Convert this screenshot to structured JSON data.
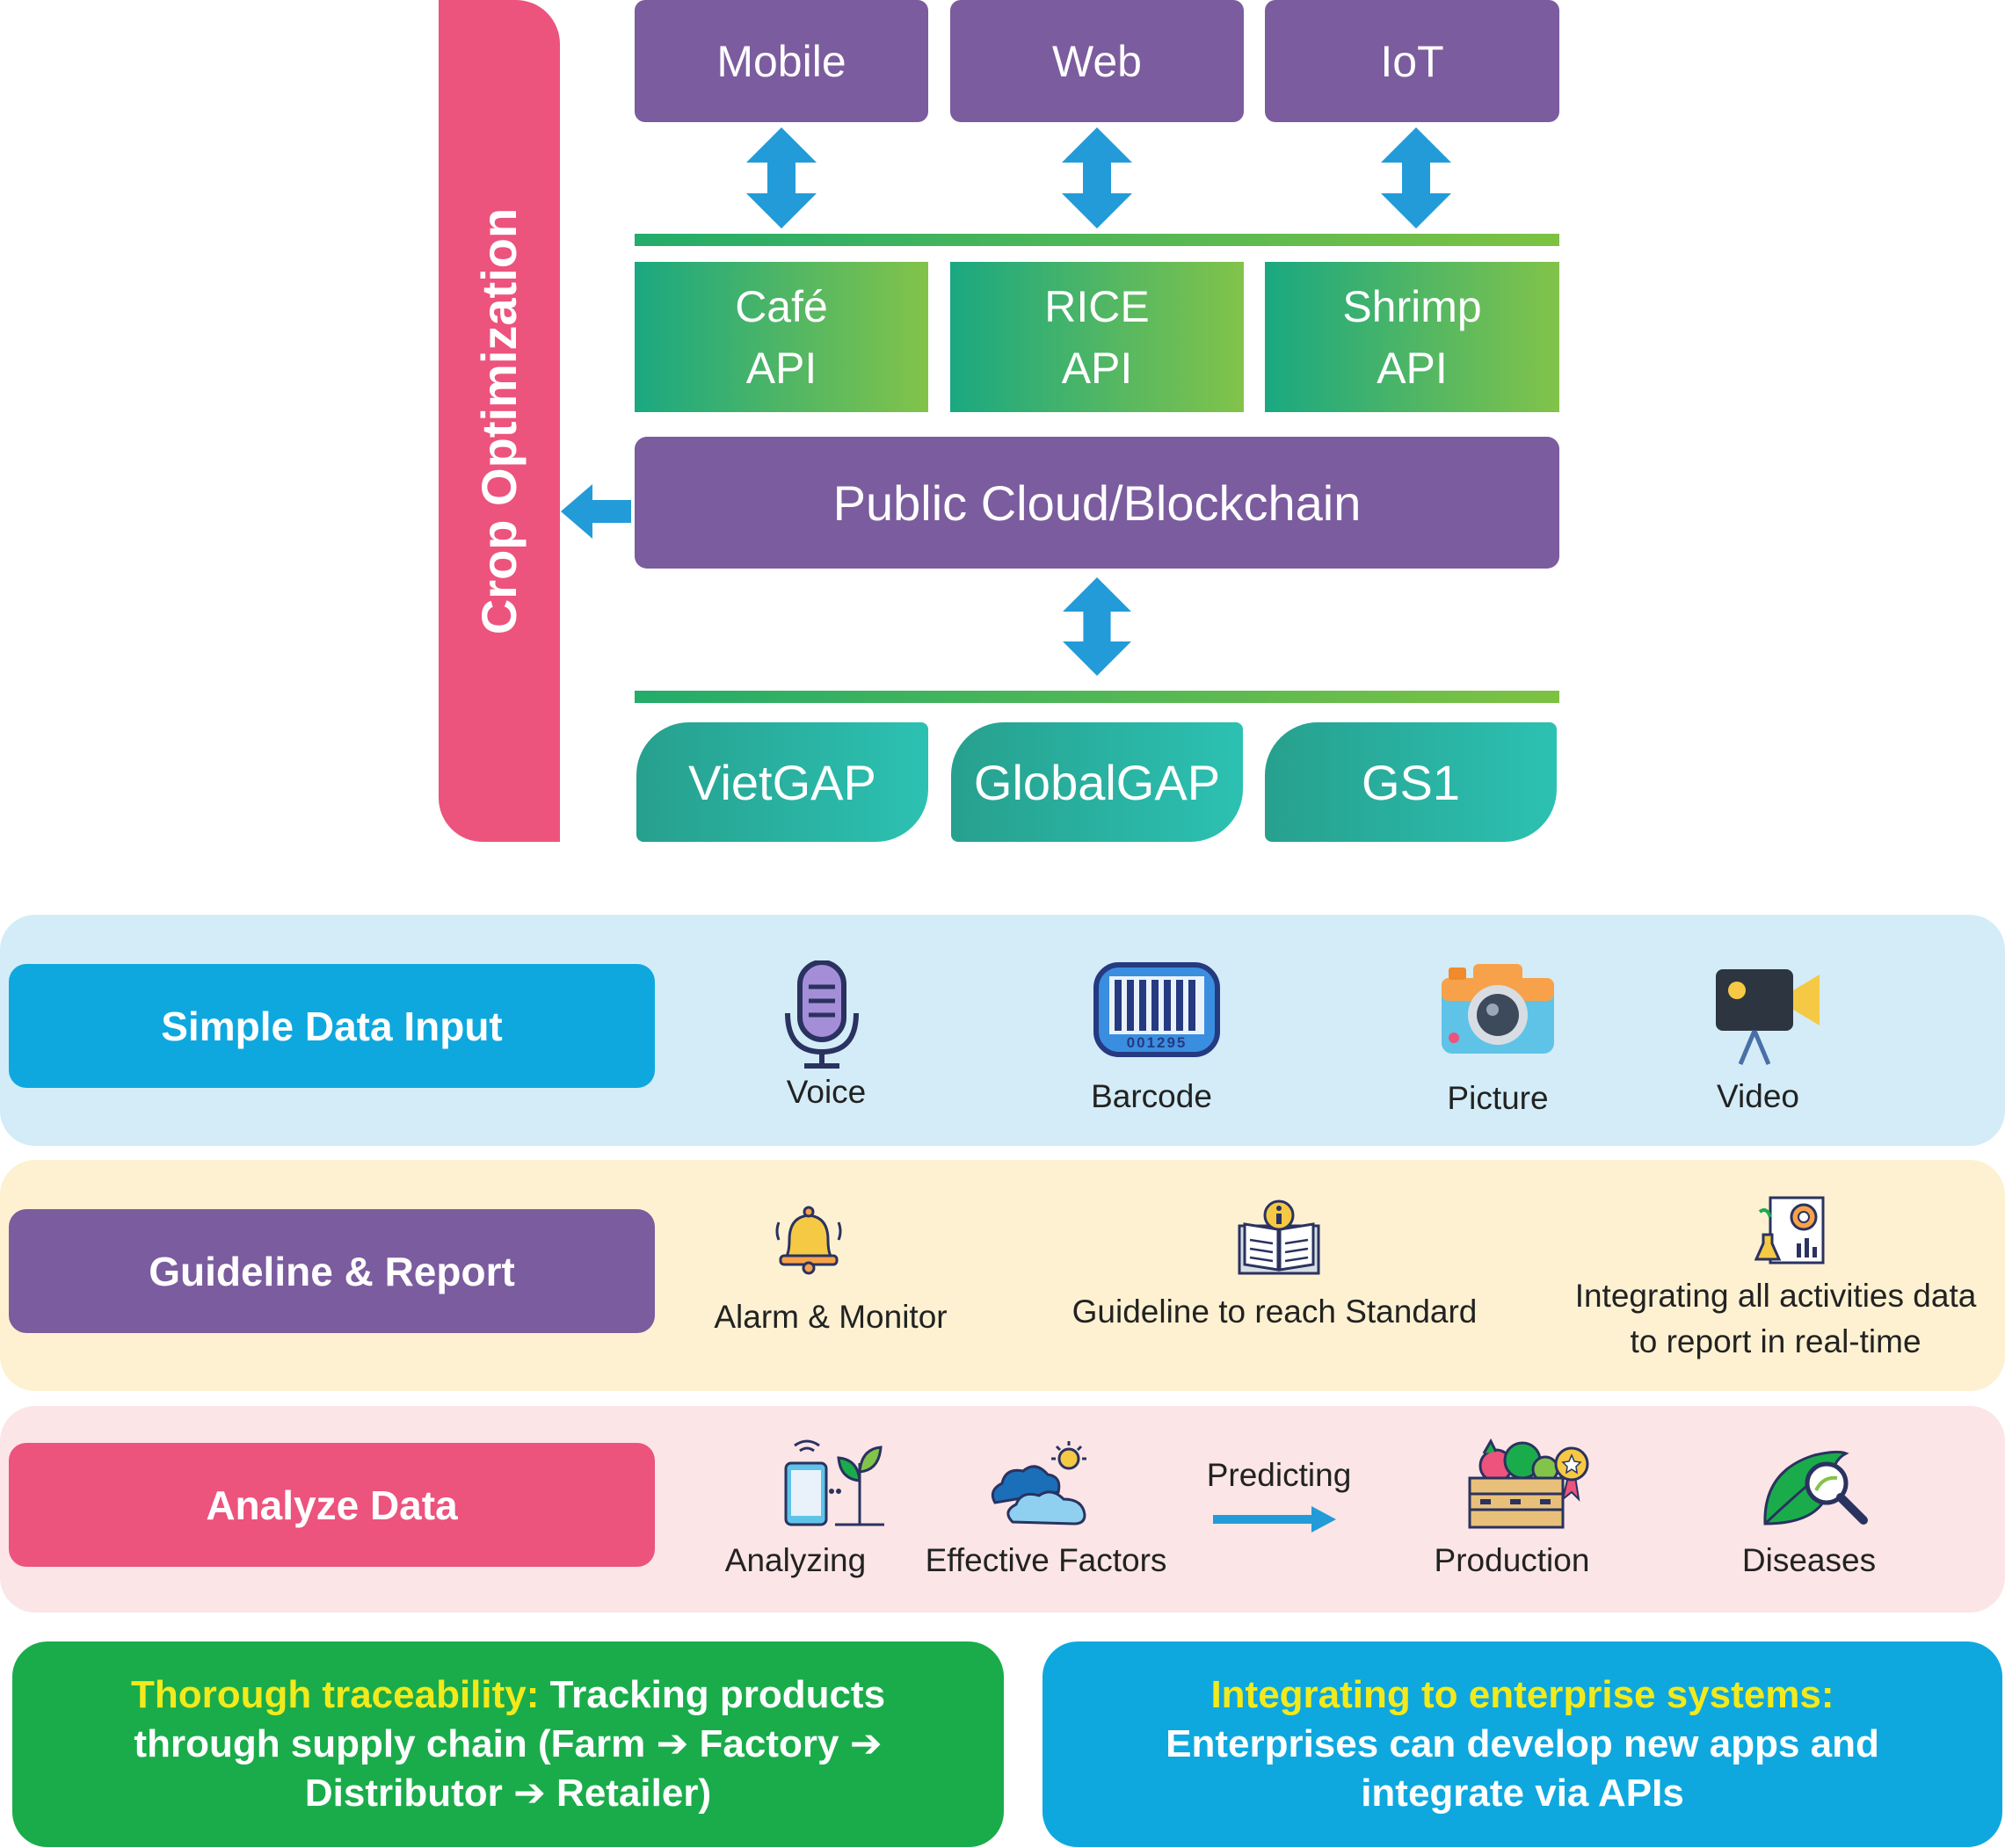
{
  "side_label": "Crop Optimization",
  "channels": [
    "Mobile",
    "Web",
    "IoT"
  ],
  "apis": [
    {
      "line1": "Café",
      "line2": "API"
    },
    {
      "line1": "RICE",
      "line2": "API"
    },
    {
      "line1": "Shrimp",
      "line2": "API"
    }
  ],
  "cloud": "Public Cloud/Blockchain",
  "standards": [
    "VietGAP",
    "GlobalGAP",
    "GS1"
  ],
  "simple_input": {
    "label": "Simple Data Input",
    "items": [
      "Voice",
      "Barcode",
      "Picture",
      "Video"
    ],
    "barcode_number": "001295"
  },
  "guideline": {
    "label": "Guideline & Report",
    "items": [
      "Alarm & Monitor",
      "Guideline to reach Standard",
      "Integrating all activities data",
      "to report in real-time"
    ]
  },
  "analyze": {
    "label": "Analyze Data",
    "items": [
      "Analyzing",
      "Effective Factors",
      "Predicting",
      "Production",
      "Diseases"
    ]
  },
  "traceability": {
    "title": "Thorough traceability:",
    "text1": " Tracking products",
    "text2": "through supply chain (Farm ➔ Factory ➔",
    "text3": "Distributor ➔ Retailer)"
  },
  "enterprise": {
    "title": "Integrating to enterprise systems:",
    "text1": "Enterprises can develop new apps and",
    "text2": "integrate via APIs"
  },
  "colors": {
    "purple": "#7b5c9e",
    "pink": "#ec537d",
    "arrow_blue": "#229bd8",
    "input_band": "#d3ecf7",
    "guide_band": "#fdf1d1",
    "analyze_band": "#fbe5e6",
    "trace_green": "#1aac4b",
    "enterprise_blue": "#0ea8df"
  }
}
